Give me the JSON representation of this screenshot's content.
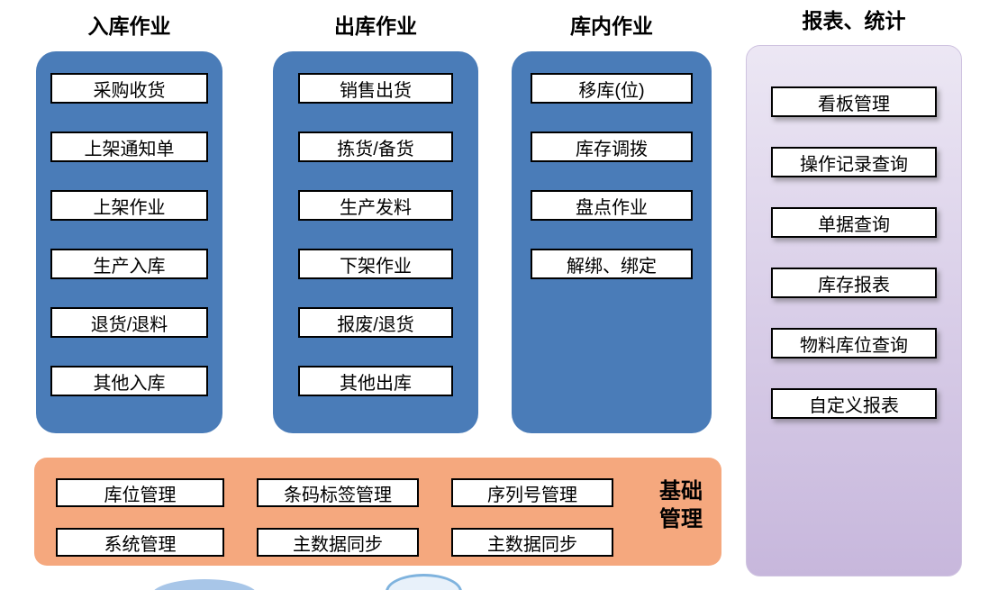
{
  "columns": [
    {
      "id": "inbound",
      "title": "入库作业",
      "items": [
        "采购收货",
        "上架通知单",
        "上架作业",
        "生产入库",
        "退货/退料",
        "其他入库"
      ]
    },
    {
      "id": "outbound",
      "title": "出库作业",
      "items": [
        "销售出货",
        "拣货/备货",
        "生产发料",
        "下架作业",
        "报废/退货",
        "其他出库"
      ]
    },
    {
      "id": "in-warehouse",
      "title": "库内作业",
      "items": [
        "移库(位)",
        "库存调拨",
        "盘点作业",
        "解绑、绑定"
      ]
    },
    {
      "id": "reports",
      "title": "报表、统计",
      "items": [
        "看板管理",
        "操作记录查询",
        "单据查询",
        "库存报表",
        "物料库位查询",
        "自定义报表"
      ]
    }
  ],
  "base_panel": {
    "label": [
      "基础",
      "管理"
    ],
    "rows": [
      [
        "库位管理",
        "条码标签管理",
        "序列号管理"
      ],
      [
        "系统管理",
        "主数据同步",
        "主数据同步"
      ]
    ]
  },
  "colors": {
    "blue_panel": "#4A7CB8",
    "purple_panel_top": "#ECE7F4",
    "purple_panel_bottom": "#C7B7DC",
    "orange_panel": "#F5A87E",
    "box_border": "#000000",
    "box_background": "#FFFFFF"
  }
}
